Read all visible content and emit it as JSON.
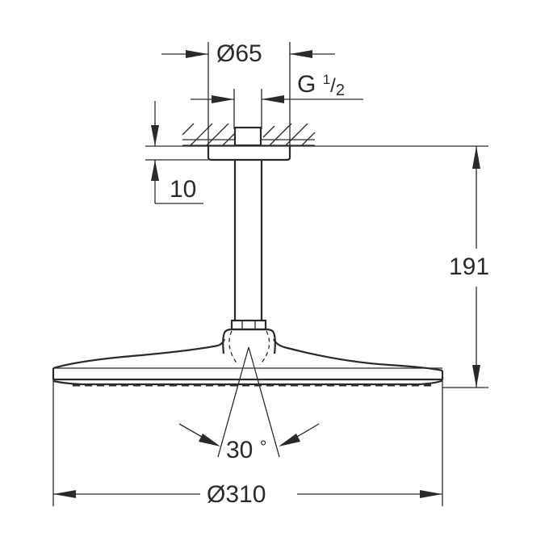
{
  "drawing": {
    "subject": "Ceiling-mounted shower head with arm",
    "dimensions": {
      "flange_diameter": "Ø65",
      "thread": {
        "letter": "G",
        "num": "1",
        "den": "2"
      },
      "flange_height": "10",
      "total_height": "191",
      "spray_angle": "30",
      "degree_symbol": "°",
      "head_diameter": "Ø310"
    },
    "colors": {
      "line": "#2a2a2a",
      "background": "#ffffff"
    }
  }
}
